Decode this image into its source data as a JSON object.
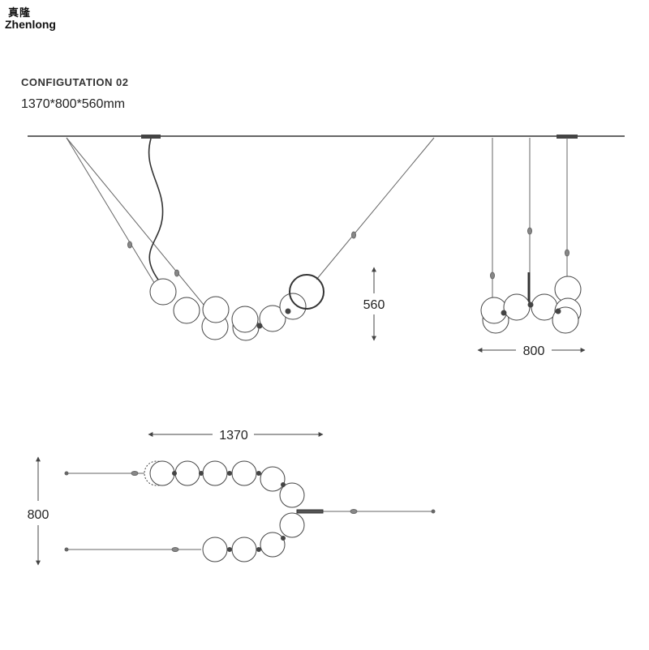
{
  "logo": {
    "chinese": "真隆",
    "english": "Zhenlong"
  },
  "heading": {
    "title": "CONFIGUTATION 02",
    "dimensions": "1370*800*560mm"
  },
  "dimension_labels": {
    "height": "560",
    "side_width": "800",
    "top_length": "1370",
    "top_depth": "800"
  },
  "colors": {
    "line": "#555555",
    "ceiling": "#333333",
    "globe": "#ffffff",
    "outline": "#444444"
  }
}
